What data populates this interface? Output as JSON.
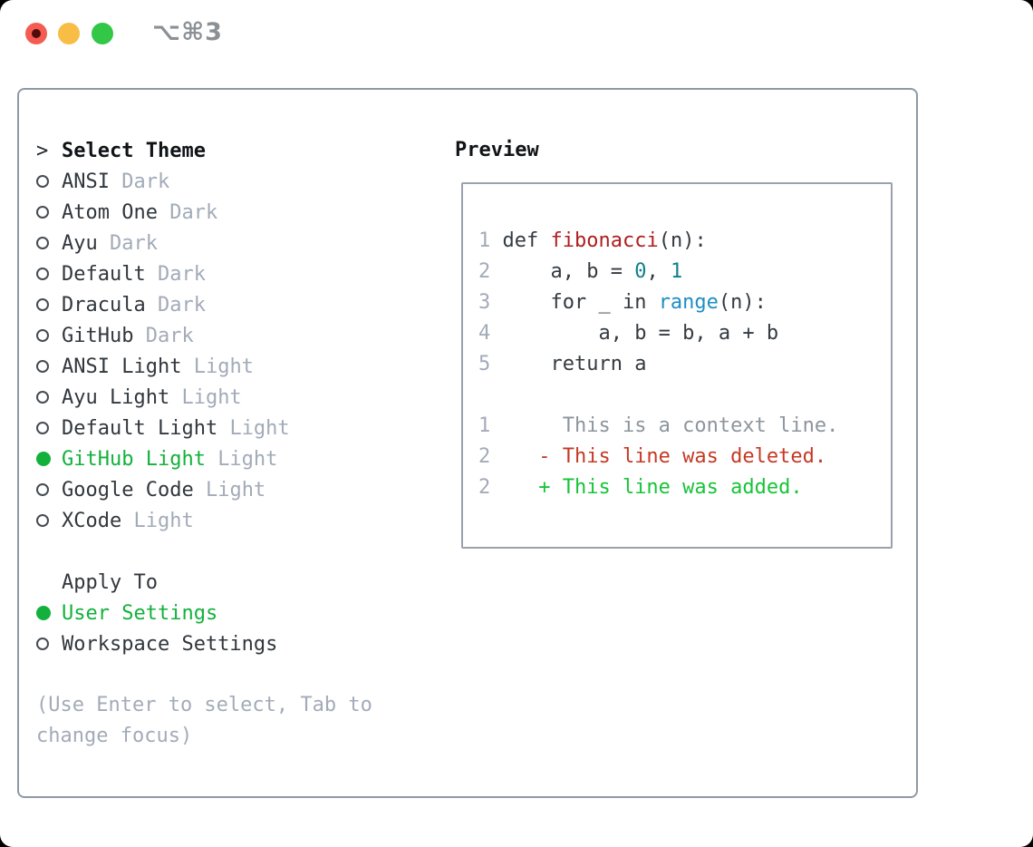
{
  "window": {
    "title": "⌥⌘3",
    "traffic_lights": [
      "close",
      "minimize",
      "zoom"
    ]
  },
  "theme_panel": {
    "header": {
      "prompt": ">",
      "label": "Select Theme"
    },
    "themes": [
      {
        "name": "ANSI",
        "variant": "Dark",
        "selected": false
      },
      {
        "name": "Atom One",
        "variant": "Dark",
        "selected": false
      },
      {
        "name": "Ayu",
        "variant": "Dark",
        "selected": false
      },
      {
        "name": "Default",
        "variant": "Dark",
        "selected": false
      },
      {
        "name": "Dracula",
        "variant": "Dark",
        "selected": false
      },
      {
        "name": "GitHub",
        "variant": "Dark",
        "selected": false
      },
      {
        "name": "ANSI Light",
        "variant": "Light",
        "selected": false
      },
      {
        "name": "Ayu Light",
        "variant": "Light",
        "selected": false
      },
      {
        "name": "Default Light",
        "variant": "Light",
        "selected": false
      },
      {
        "name": "GitHub Light",
        "variant": "Light",
        "selected": true
      },
      {
        "name": "Google Code",
        "variant": "Light",
        "selected": false
      },
      {
        "name": "XCode",
        "variant": "Light",
        "selected": false
      }
    ],
    "apply_to": {
      "label": "Apply To",
      "options": [
        {
          "name": "User Settings",
          "selected": true
        },
        {
          "name": "Workspace Settings",
          "selected": false
        }
      ]
    },
    "hint": [
      "(Use Enter to select, Tab to",
      "change focus)"
    ]
  },
  "preview": {
    "label": "Preview",
    "lines": [
      {
        "num": "1",
        "segments": [
          {
            "t": " def ",
            "c": "code"
          },
          {
            "t": "fibonacci",
            "c": "func_red"
          },
          {
            "t": "(n):",
            "c": "code"
          }
        ]
      },
      {
        "num": "2",
        "segments": [
          {
            "t": "     a, b = ",
            "c": "code"
          },
          {
            "t": "0",
            "c": "number_teal"
          },
          {
            "t": ", ",
            "c": "code"
          },
          {
            "t": "1",
            "c": "number_teal"
          }
        ]
      },
      {
        "num": "3",
        "segments": [
          {
            "t": "     for _ in ",
            "c": "code"
          },
          {
            "t": "range",
            "c": "builtin_blue"
          },
          {
            "t": "(n):",
            "c": "code"
          }
        ]
      },
      {
        "num": "4",
        "segments": [
          {
            "t": "         a, b = b, a + b",
            "c": "code"
          }
        ]
      },
      {
        "num": "5",
        "segments": [
          {
            "t": "     return a",
            "c": "code"
          }
        ]
      },
      {
        "num": "",
        "segments": []
      },
      {
        "num": "1",
        "segments": [
          {
            "t": "      This is a context line.",
            "c": "context_gray"
          }
        ]
      },
      {
        "num": "2",
        "segments": [
          {
            "t": "    - This line was deleted.",
            "c": "deleted_red"
          }
        ]
      },
      {
        "num": "2",
        "segments": [
          {
            "t": "    + This line was added.",
            "c": "added_green"
          }
        ]
      }
    ]
  },
  "colors": {
    "window_bg": "#ffffff",
    "title_gray": "#8b9095",
    "traffic_red": "#f45c52",
    "traffic_red_dot": "#510b0b",
    "traffic_yellow": "#f8bd45",
    "traffic_green": "#33c748",
    "panel_border": "#8e99a6",
    "preview_border": "#99a2ac",
    "heading": "#101417",
    "text_dark": "#31373d",
    "text_gray": "#a2abb8",
    "green_accent": "#13b13c",
    "code": "#343a40",
    "func_red": "#ad1f1f",
    "number_teal": "#0f7f8c",
    "builtin_blue": "#1f8dc4",
    "context_gray": "#8d959d",
    "deleted_red": "#c43a24",
    "added_green": "#17c437",
    "line_number": "#a2abb8"
  }
}
